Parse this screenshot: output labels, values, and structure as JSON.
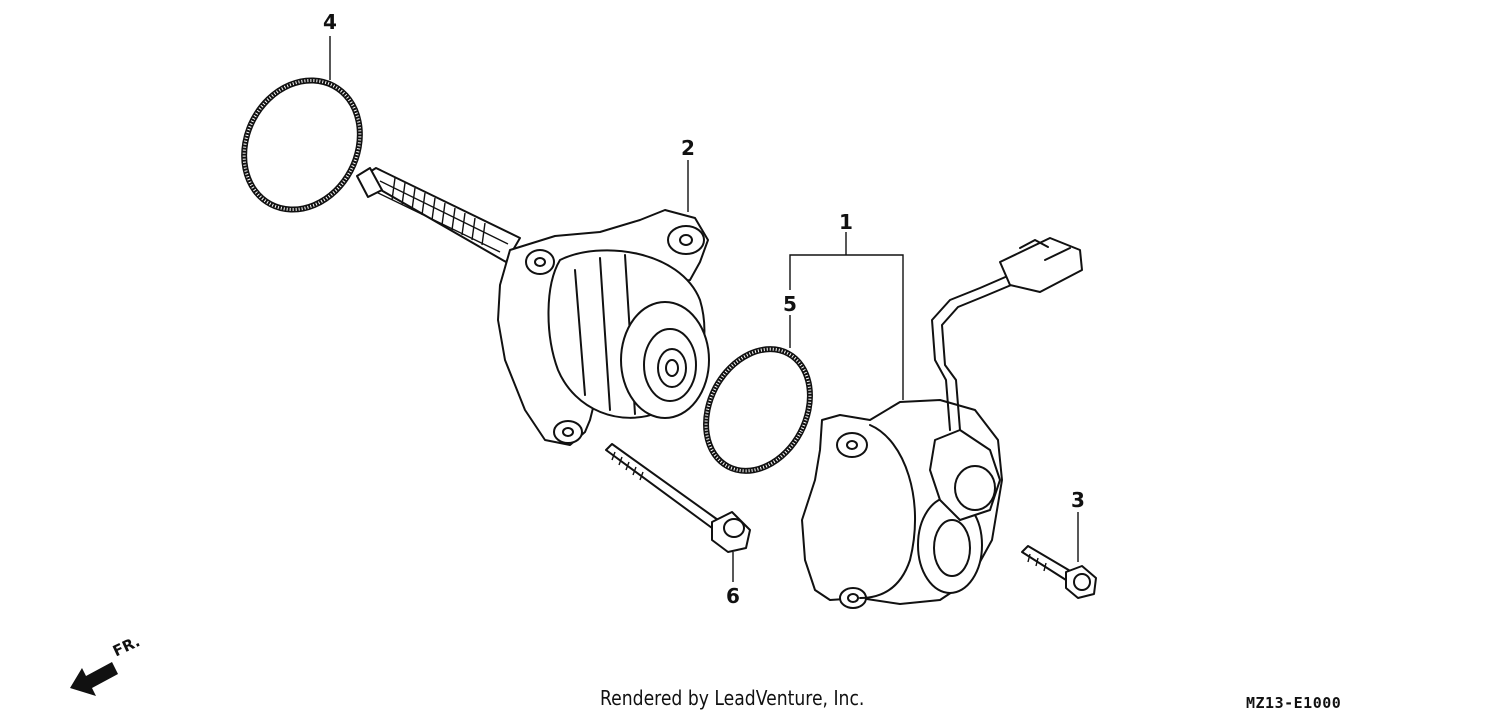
{
  "callouts": {
    "c1": "1",
    "c2": "2",
    "c3": "3",
    "c4": "4",
    "c5": "5",
    "c6": "6"
  },
  "direction": {
    "label": "FR.",
    "icon": "front-direction-arrow-icon"
  },
  "footer": {
    "credit": "Rendered by LeadVenture, Inc.",
    "code": "MZ13-E1000"
  }
}
